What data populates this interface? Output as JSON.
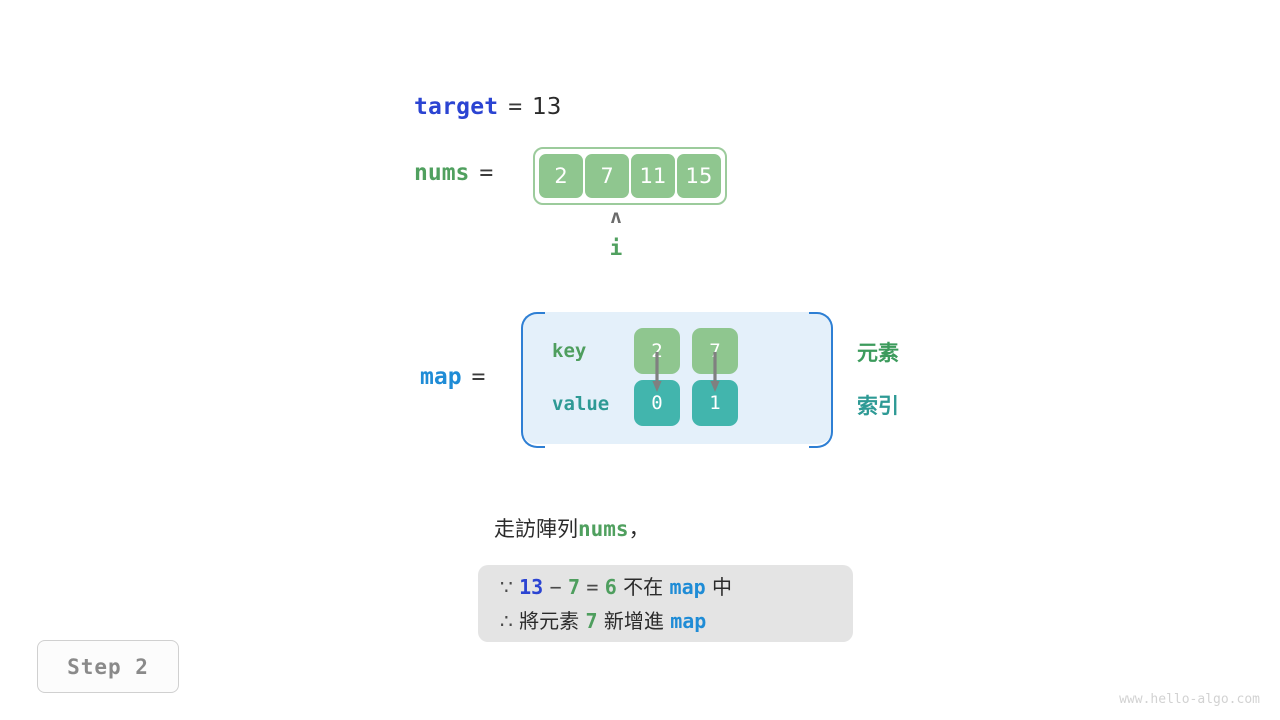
{
  "target": {
    "name": "target",
    "equals": "=",
    "value": "13"
  },
  "nums": {
    "name": "nums",
    "equals": "=",
    "cells": [
      "2",
      "7",
      "11",
      "15"
    ],
    "pointer": {
      "caret": "ʌ",
      "label": "i",
      "index": 1
    }
  },
  "map": {
    "name": "map",
    "equals": "=",
    "row_labels": {
      "key": "key",
      "value": "value"
    },
    "entries": [
      {
        "key": "2",
        "value": "0"
      },
      {
        "key": "7",
        "value": "1"
      }
    ],
    "legend": {
      "element": "元素",
      "index": "索引"
    }
  },
  "caption": {
    "prefix": "走訪陣列",
    "keyword": "nums",
    "suffix": "，"
  },
  "note": {
    "line1": {
      "symbol": "∵",
      "a": "13",
      "op1": "−",
      "b": "7",
      "op2": "=",
      "c": "6",
      "text1": "不在",
      "map": "map",
      "text2": "中"
    },
    "line2": {
      "symbol": "∴",
      "text1": "將元素",
      "value": "7",
      "text2": "新增進",
      "map": "map"
    }
  },
  "step_badge": "Step 2",
  "watermark": "www.hello-algo.com",
  "colors": {
    "target_blue": "#2b44d2",
    "nums_green": "#50a05f",
    "map_blue": "#1f8cd6",
    "cell_green": "#8fc68f",
    "cell_teal": "#42b5ad",
    "map_bg": "#e4f0fa",
    "map_border": "#2e7fd4",
    "note_bg": "#e4e4e4",
    "legend_element": "#3c9b5c",
    "legend_index": "#2e9a95",
    "arrow_gray": "#808080",
    "watermark_gray": "#d2d2d2"
  }
}
